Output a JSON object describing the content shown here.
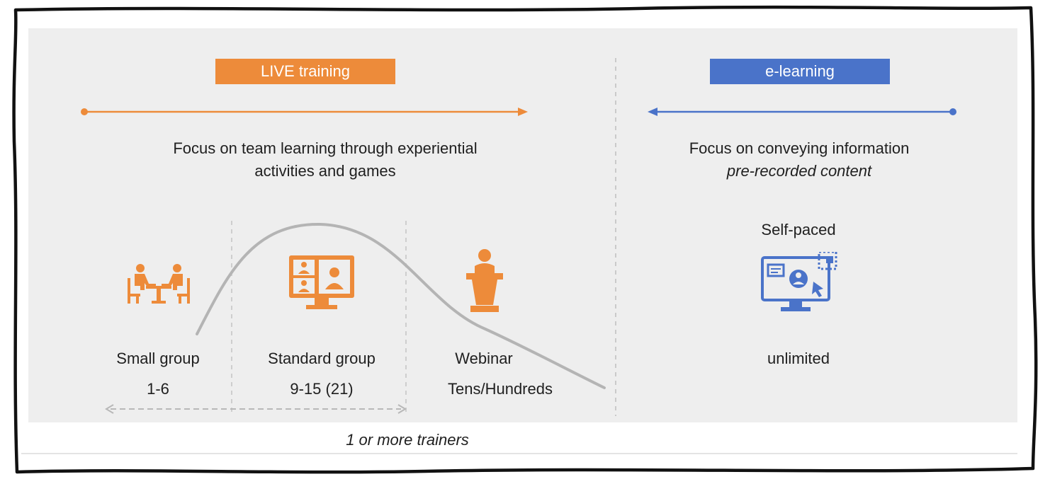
{
  "live": {
    "badge": "LIVE training",
    "focus_line1": "Focus on team learning through experiential",
    "focus_line2": "activities and games",
    "columns": [
      {
        "name": "Small group",
        "size": "1-6"
      },
      {
        "name": "Standard group",
        "size": "9-15 (21)"
      },
      {
        "name": "Webinar",
        "size": "Tens/Hundreds"
      }
    ],
    "footer": "1 or more trainers"
  },
  "elearning": {
    "badge": "e-learning",
    "focus_line1": "Focus on conveying information",
    "focus_line2": "pre-recorded content",
    "pace": "Self-paced",
    "size": "unlimited"
  },
  "colors": {
    "orange": "#ed8b3a",
    "blue": "#4a73c9",
    "panel": "#eeeeee",
    "curve": "#b4b4b4",
    "divider": "#c0c0c0"
  },
  "icons": [
    "meeting-table-icon",
    "video-conference-icon",
    "podium-speaker-icon",
    "elearning-screen-icon"
  ]
}
